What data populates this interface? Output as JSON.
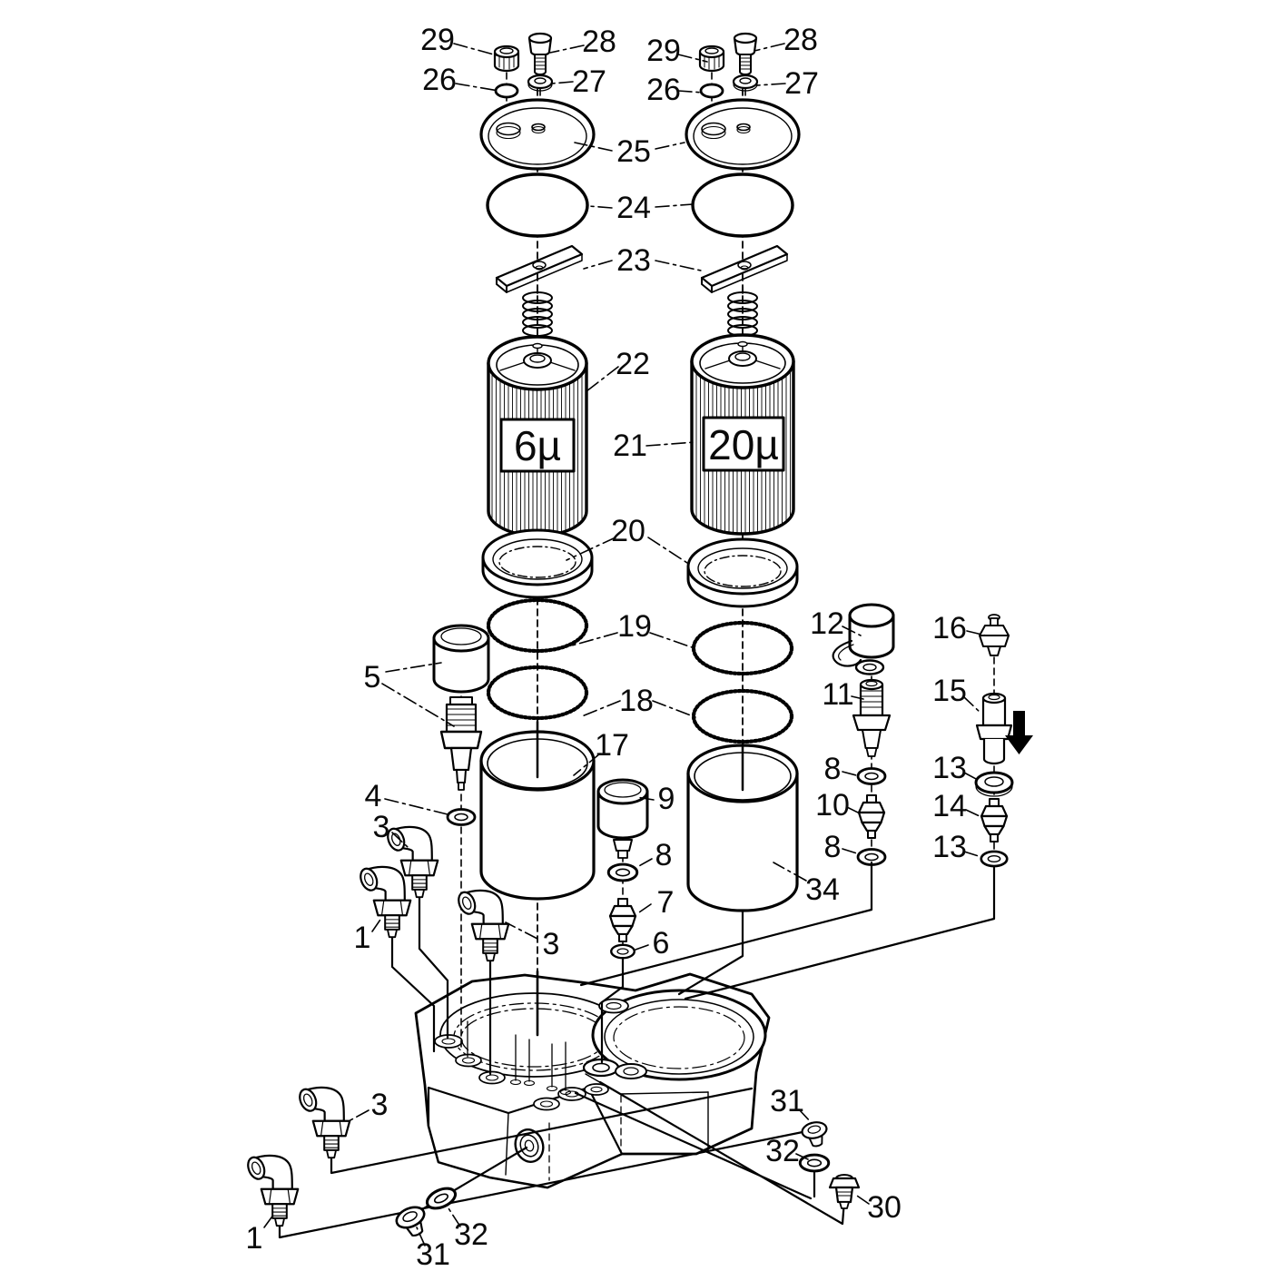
{
  "diagram": {
    "kind": "exploded-parts-diagram",
    "background_color": "#ffffff",
    "ink_color": "#000000",
    "filters": {
      "left_rating": "6µ",
      "right_rating": "20µ"
    }
  },
  "labels": {
    "p29L": "29",
    "p28L": "28",
    "p26L": "26",
    "p27L": "27",
    "p29R": "29",
    "p28R": "28",
    "p26R": "26",
    "p27R": "27",
    "p25": "25",
    "p24": "24",
    "p23": "23",
    "p22": "22",
    "p21": "21",
    "p20": "20",
    "p19": "19",
    "p18": "18",
    "p17": "17",
    "p5": "5",
    "p4": "4",
    "p3a": "3",
    "p1a": "1",
    "p3c": "3",
    "p9": "9",
    "p8c": "8",
    "p7": "7",
    "p6": "6",
    "p34": "34",
    "p12": "12",
    "p11": "11",
    "p8a": "8",
    "p10": "10",
    "p8b": "8",
    "p16": "16",
    "p15": "15",
    "p13a": "13",
    "p14": "14",
    "p13b": "13",
    "p31a": "31",
    "p32a": "32",
    "p30": "30",
    "p3d": "3",
    "p1b": "1",
    "p32b": "32",
    "p31b": "31"
  }
}
